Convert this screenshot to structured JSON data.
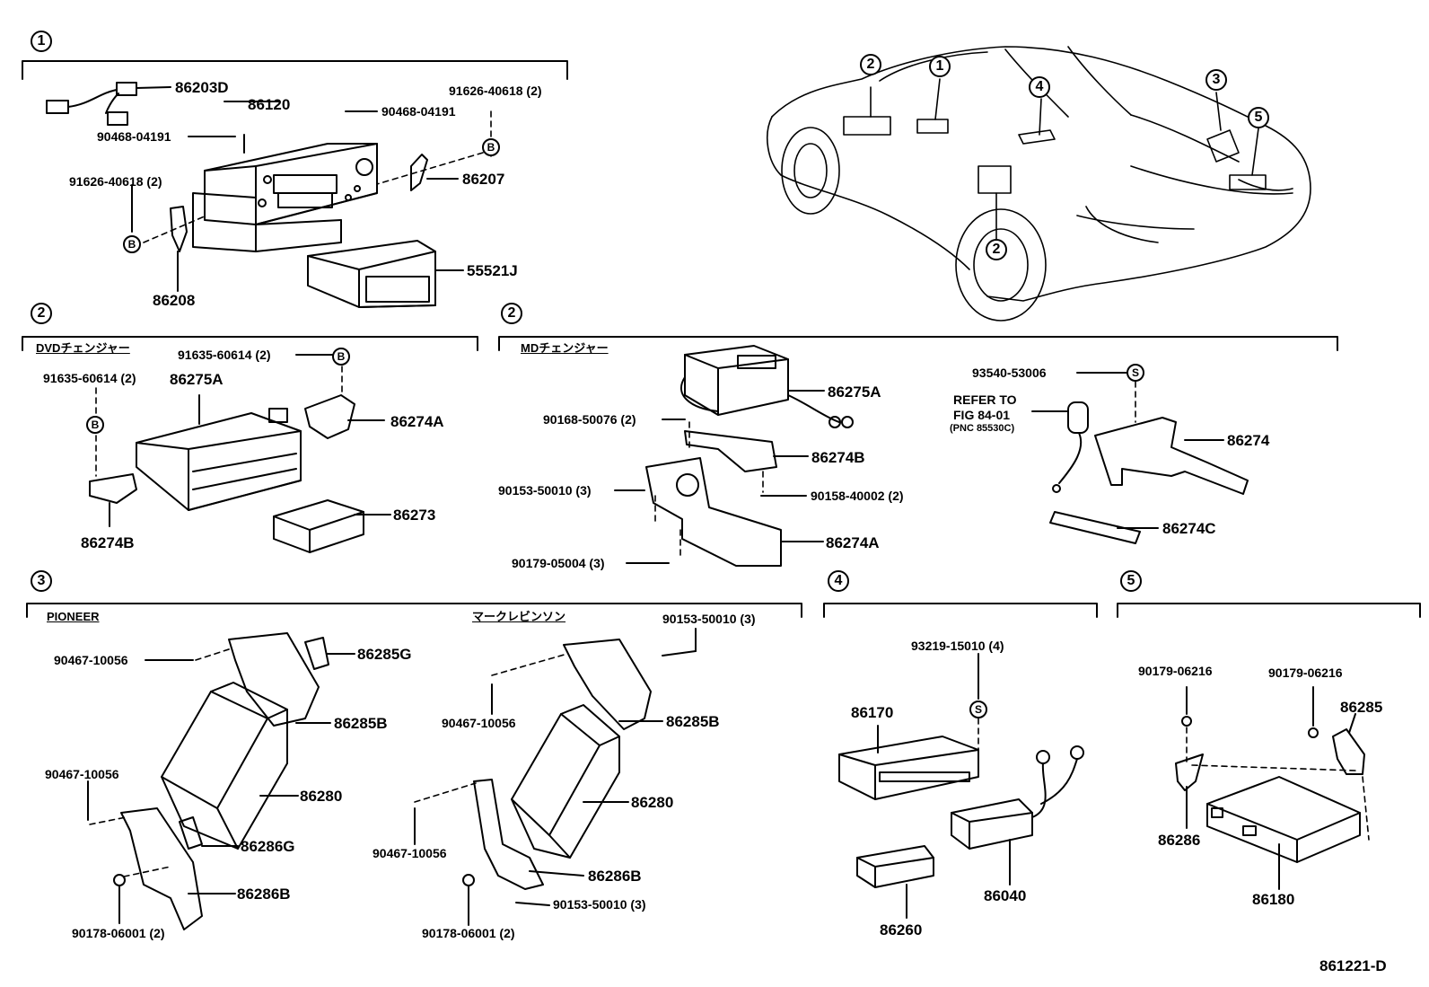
{
  "sections": {
    "s1": {
      "num": "1"
    },
    "s2a": {
      "num": "2",
      "title": "DVDチェンジャー"
    },
    "s2b": {
      "num": "2",
      "title": "MDチェンジャー"
    },
    "s3": {
      "num": "3",
      "left_title": "PIONEER",
      "right_title": "マークレビンソン"
    },
    "s4": {
      "num": "4"
    },
    "s5": {
      "num": "5"
    }
  },
  "car_callouts": [
    "2",
    "1",
    "4",
    "3",
    "5",
    "2"
  ],
  "markers": {
    "b": "B",
    "s": "S"
  },
  "parts": {
    "p86203d": "86203D",
    "p86120": "86120",
    "p9046804191a": "90468-04191",
    "p9046804191b": "90468-04191",
    "p9162640618a": "91626-40618 (2)",
    "p9162640618b": "91626-40618 (2)",
    "p86207": "86207",
    "p55521j": "55521J",
    "p86208": "86208",
    "p9163560614a": "91635-60614 (2)",
    "p9163560614b": "91635-60614 (2)",
    "p86275a_1": "86275A",
    "p86274a_1": "86274A",
    "p86273": "86273",
    "p86274b_1": "86274B",
    "p86275a_2": "86275A",
    "p9016850076": "90168-50076 (2)",
    "p86274b_2": "86274B",
    "p9015350010a": "90153-50010 (3)",
    "p9015840002": "90158-40002 (2)",
    "p86274a_2": "86274A",
    "p9017905004": "90179-05004 (3)",
    "p9354053006": "93540-53006",
    "refer1": "REFER TO",
    "refer2": "FIG 84-01",
    "refer3": "(PNC 85530C)",
    "p86274": "86274",
    "p86274c": "86274C",
    "p9046710056a": "90467-10056",
    "p86285g": "86285G",
    "p86285b_1": "86285B",
    "p9046710056b": "90467-10056",
    "p86280_1": "86280",
    "p86286g": "86286G",
    "p86286b_1": "86286B",
    "p9017806001a": "90178-06001 (2)",
    "p9015350010b": "90153-50010 (3)",
    "p9046710056c": "90467-10056",
    "p86285b_2": "86285B",
    "p9046710056d": "90467-10056",
    "p86280_2": "86280",
    "p86286b_2": "86286B",
    "p9015350010c": "90153-50010 (3)",
    "p9017806001b": "90178-06001 (2)",
    "p9321915010": "93219-15010 (4)",
    "p86170": "86170",
    "p86040": "86040",
    "p86260": "86260",
    "p9017906216a": "90179-06216",
    "p9017906216b": "90179-06216",
    "p86285": "86285",
    "p86286": "86286",
    "p86180": "86180"
  },
  "figure_id": "861221-D"
}
